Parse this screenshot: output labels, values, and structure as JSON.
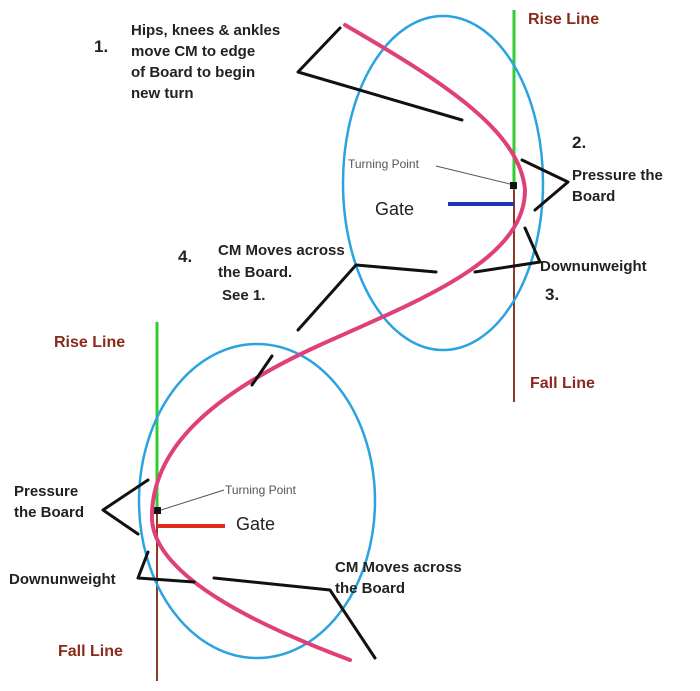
{
  "colors": {
    "rise_line": "#33cc33",
    "fall_line": "#8b3a2a",
    "path": "#e0407a",
    "circle": "#2aa3e0",
    "gate_top": "#2233bb",
    "gate_bottom": "#e02a1a",
    "label_line": "#8b2a1a",
    "leader": "#111111"
  },
  "top": {
    "rise_label": "Rise Line",
    "fall_label": "Fall Line",
    "gate_label": "Gate",
    "turning_point_label": "Turning Point",
    "step1": {
      "number": "1.",
      "lines": [
        "Hips, knees & ankles",
        "move CM to edge",
        "of Board to begin",
        "new turn"
      ]
    },
    "step2": {
      "number": "2.",
      "lines": [
        "Pressure the",
        "Board"
      ]
    },
    "step3": {
      "number": "3.",
      "label": "Downunweight"
    },
    "step4": {
      "number": "4.",
      "lines": [
        "CM Moves across",
        "the Board.",
        "See 1."
      ]
    }
  },
  "bottom": {
    "rise_label": "Rise Line",
    "fall_label": "Fall Line",
    "gate_label": "Gate",
    "turning_point_label": "Turning Point",
    "pressure_lines": [
      "Pressure",
      "the Board"
    ],
    "downunweight_label": "Downunweight",
    "cm_lines": [
      "CM Moves across",
      "the Board"
    ]
  }
}
